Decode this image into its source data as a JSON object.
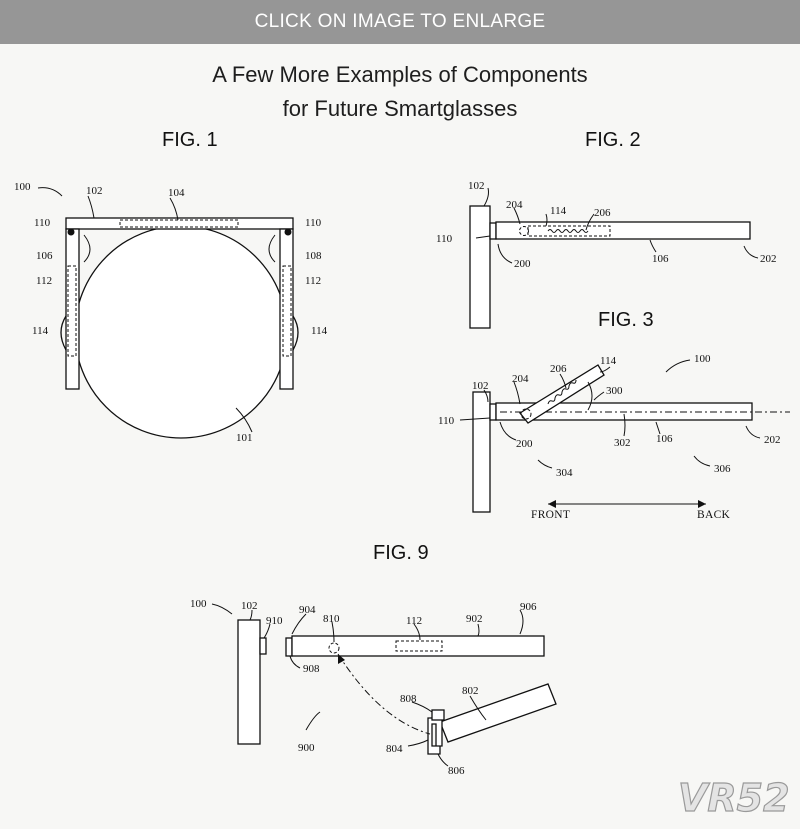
{
  "banner": {
    "text": "CLICK ON IMAGE TO ENLARGE"
  },
  "title": {
    "line1": "A Few More Examples of Components",
    "line2": "for Future Smartglasses"
  },
  "figures": {
    "fig1": {
      "label": "FIG. 1",
      "refs": {
        "r100": "100",
        "r102": "102",
        "r104": "104",
        "r110a": "110",
        "r110b": "110",
        "r106": "106",
        "r108": "108",
        "r112a": "112",
        "r112b": "112",
        "r114a": "114",
        "r114b": "114",
        "r101": "101"
      }
    },
    "fig2": {
      "label": "FIG. 2",
      "refs": {
        "r102": "102",
        "r204": "204",
        "r114": "114",
        "r206": "206",
        "r110": "110",
        "r200": "200",
        "r106": "106",
        "r202": "202"
      }
    },
    "fig3": {
      "label": "FIG. 3",
      "refs": {
        "r114": "114",
        "r206": "206",
        "r100": "100",
        "r102": "102",
        "r204": "204",
        "r300": "300",
        "r110": "110",
        "r302": "302",
        "r106": "106",
        "r202": "202",
        "r200": "200",
        "r304": "304",
        "r306": "306"
      },
      "front": "FRONT",
      "back": "BACK"
    },
    "fig9": {
      "label": "FIG. 9",
      "refs": {
        "r100": "100",
        "r102": "102",
        "r904": "904",
        "r810": "810",
        "r112": "112",
        "r902": "902",
        "r906": "906",
        "r910": "910",
        "r908": "908",
        "r808": "808",
        "r802": "802",
        "r900": "900",
        "r804": "804",
        "r806": "806"
      }
    }
  },
  "watermark": {
    "text": "VR52"
  }
}
